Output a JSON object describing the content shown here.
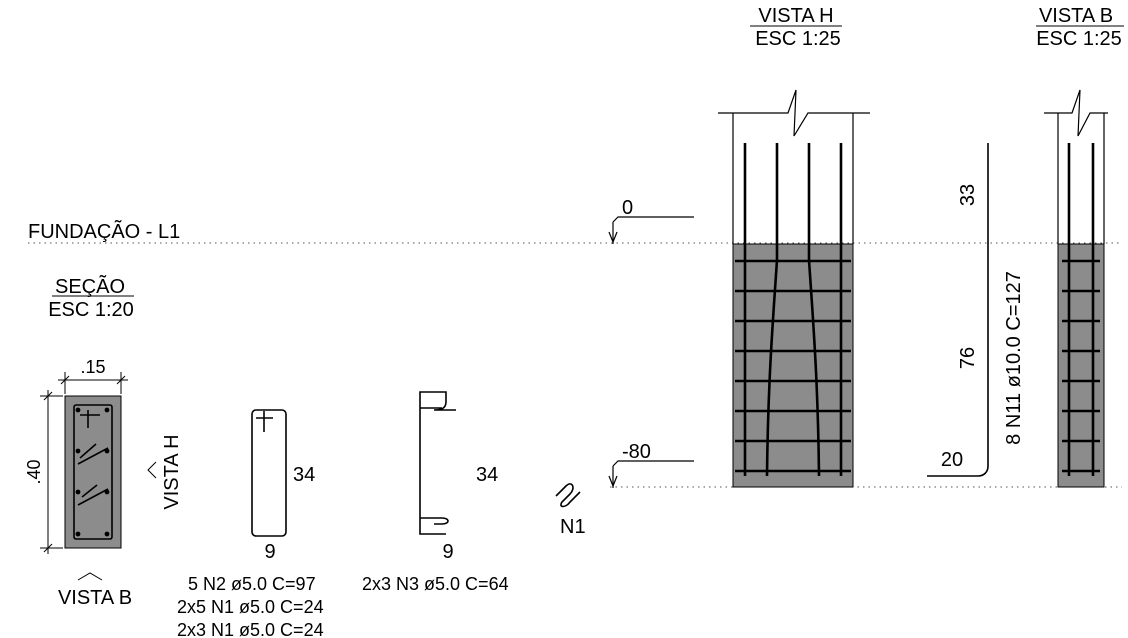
{
  "colors": {
    "concrete": "#8c8c8c",
    "line": "#000000",
    "background": "#ffffff"
  },
  "labels": {
    "level_name": "FUNDAÇÃO - L1",
    "section_title": "SEÇÃO",
    "section_scale": "ESC 1:20",
    "view_h_title": "VISTA H",
    "view_h_scale": "ESC 1:25",
    "view_b_title": "VISTA B",
    "view_b_scale": "ESC 1:25",
    "view_h_marker": "VISTA H",
    "view_b_marker": "VISTA B",
    "level_top": "0",
    "level_bottom": "-80",
    "dim_width": ".15",
    "dim_height": ".40",
    "stirrup_height": "34",
    "stirrup_width": "9",
    "n3_height": "34",
    "n3_width": "9",
    "n1_mark": "N1",
    "bar_top_length": "33",
    "bar_mid_length": "76",
    "bar_hook_length": "20",
    "bar_spec": "8 N11 ø10.0 C=127"
  },
  "schedule": {
    "n2": "5 N2 ø5.0 C=97",
    "n3": "2x3 N3 ø5.0 C=64",
    "n1a": "2x5 N1 ø5.0 C=24",
    "n1b": "2x3 N1 ø5.0 C=24"
  }
}
